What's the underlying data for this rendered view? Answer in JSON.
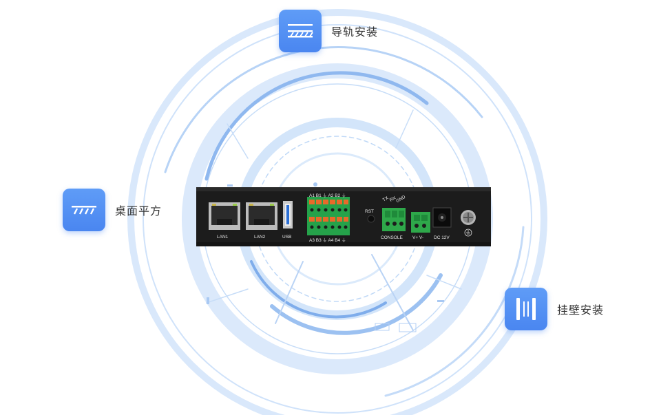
{
  "mounts": {
    "din_rail": {
      "label": "导轨安装",
      "icon": "din-rail-icon"
    },
    "desktop": {
      "label": "桌面平方",
      "icon": "desktop-icon"
    },
    "wall": {
      "label": "挂壁安装",
      "icon": "wall-mount-icon"
    }
  },
  "device": {
    "port_labels": {
      "lan1": "LAN1",
      "lan2": "LAN2",
      "usb": "USB",
      "terminal_top": "A1 B1 ⏚ A2 B2 ⏚",
      "terminal_bottom": "A3 B3 ⏚ A4 B4 ⏚",
      "rst": "RST",
      "console": "CONSOLE",
      "console_pins": [
        "TX",
        "RX",
        "GND"
      ],
      "power_pins": "V+ V-",
      "dc": "DC 12V"
    }
  },
  "colors": {
    "accent": "#4a86f0",
    "ring": "#bcd6f7",
    "device_body": "#1c1c1c",
    "terminal_orange": "#e06a2a",
    "terminal_green": "#2ea84a"
  }
}
